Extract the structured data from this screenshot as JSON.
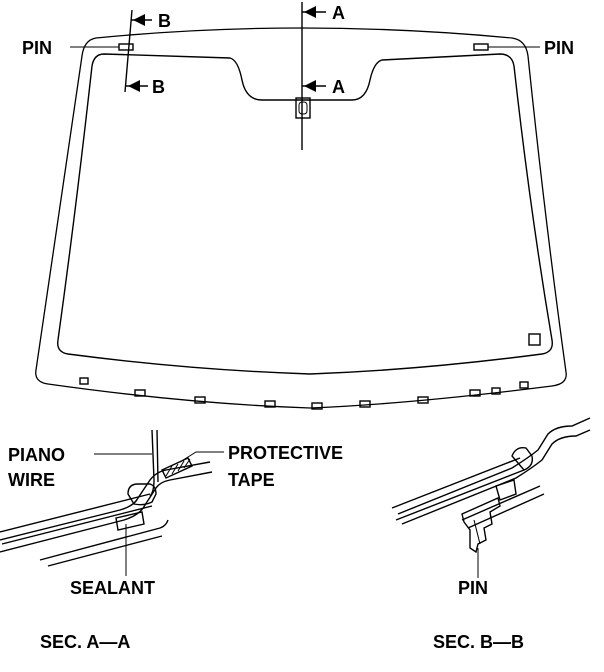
{
  "labels": {
    "pin_left": "PIN",
    "pin_right": "PIN",
    "section_a_top": "A",
    "section_a_mid": "A",
    "section_b_top": "B",
    "section_b_mid": "B",
    "piano_wire_line1": "PIANO",
    "piano_wire_line2": "WIRE",
    "protective_tape_line1": "PROTECTIVE",
    "protective_tape_line2": "TAPE",
    "sealant": "SEALANT",
    "pin_detail": "PIN",
    "sec_a_title": "SEC. A—A",
    "sec_b_title": "SEC. B—B"
  },
  "colors": {
    "line": "#000000",
    "background": "#ffffff"
  }
}
